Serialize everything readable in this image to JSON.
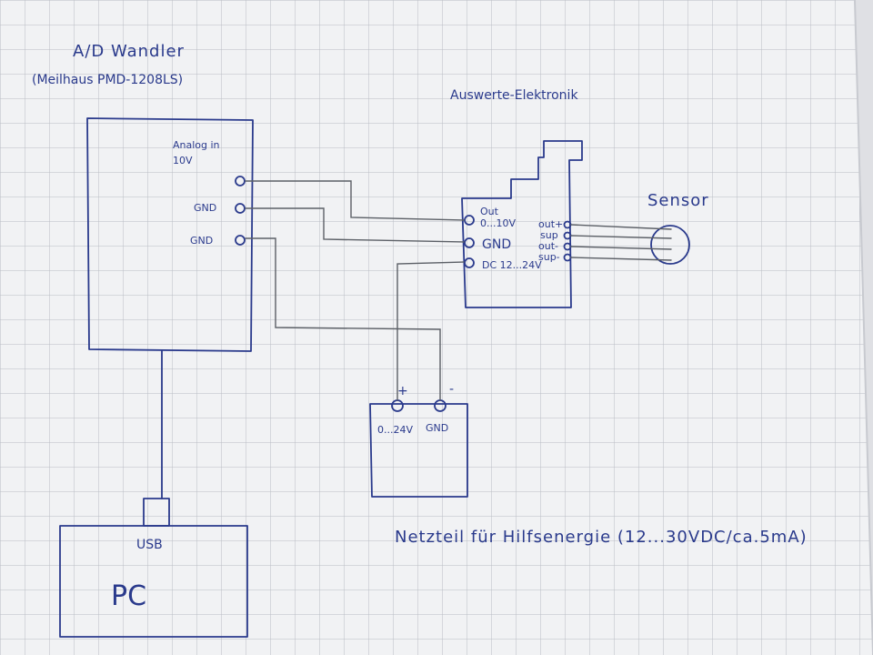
{
  "adc": {
    "title": "A/D Wandler",
    "subtitle": "(Meilhaus PMD-1208LS)",
    "analog_in_label": "Analog in",
    "range_label": "10V",
    "gnd1_label": "GND",
    "gnd2_label": "GND"
  },
  "electronics": {
    "title": "Auswerte-Elektronik",
    "out_label": "Out",
    "out_range_label": "0...10V",
    "gnd_label": "GND",
    "supply_label": "DC 12...24V",
    "sensor_pins": [
      "out+",
      "sup",
      "out-",
      "sup-"
    ]
  },
  "sensor": {
    "label": "Sensor"
  },
  "power_supply": {
    "plus_label": "+",
    "minus_label": "-",
    "voltage_label": "0...24V",
    "gnd_label": "GND",
    "caption": "Netzteil für Hilfsenergie (12...30VDC/ca.5mA)"
  },
  "pc": {
    "usb_label": "USB",
    "label": "PC"
  },
  "colors": {
    "paper": "#f1f2f4",
    "grid": "#b9bcc4",
    "ink": "#2a3a8c",
    "pencil": "#5b5f66"
  }
}
